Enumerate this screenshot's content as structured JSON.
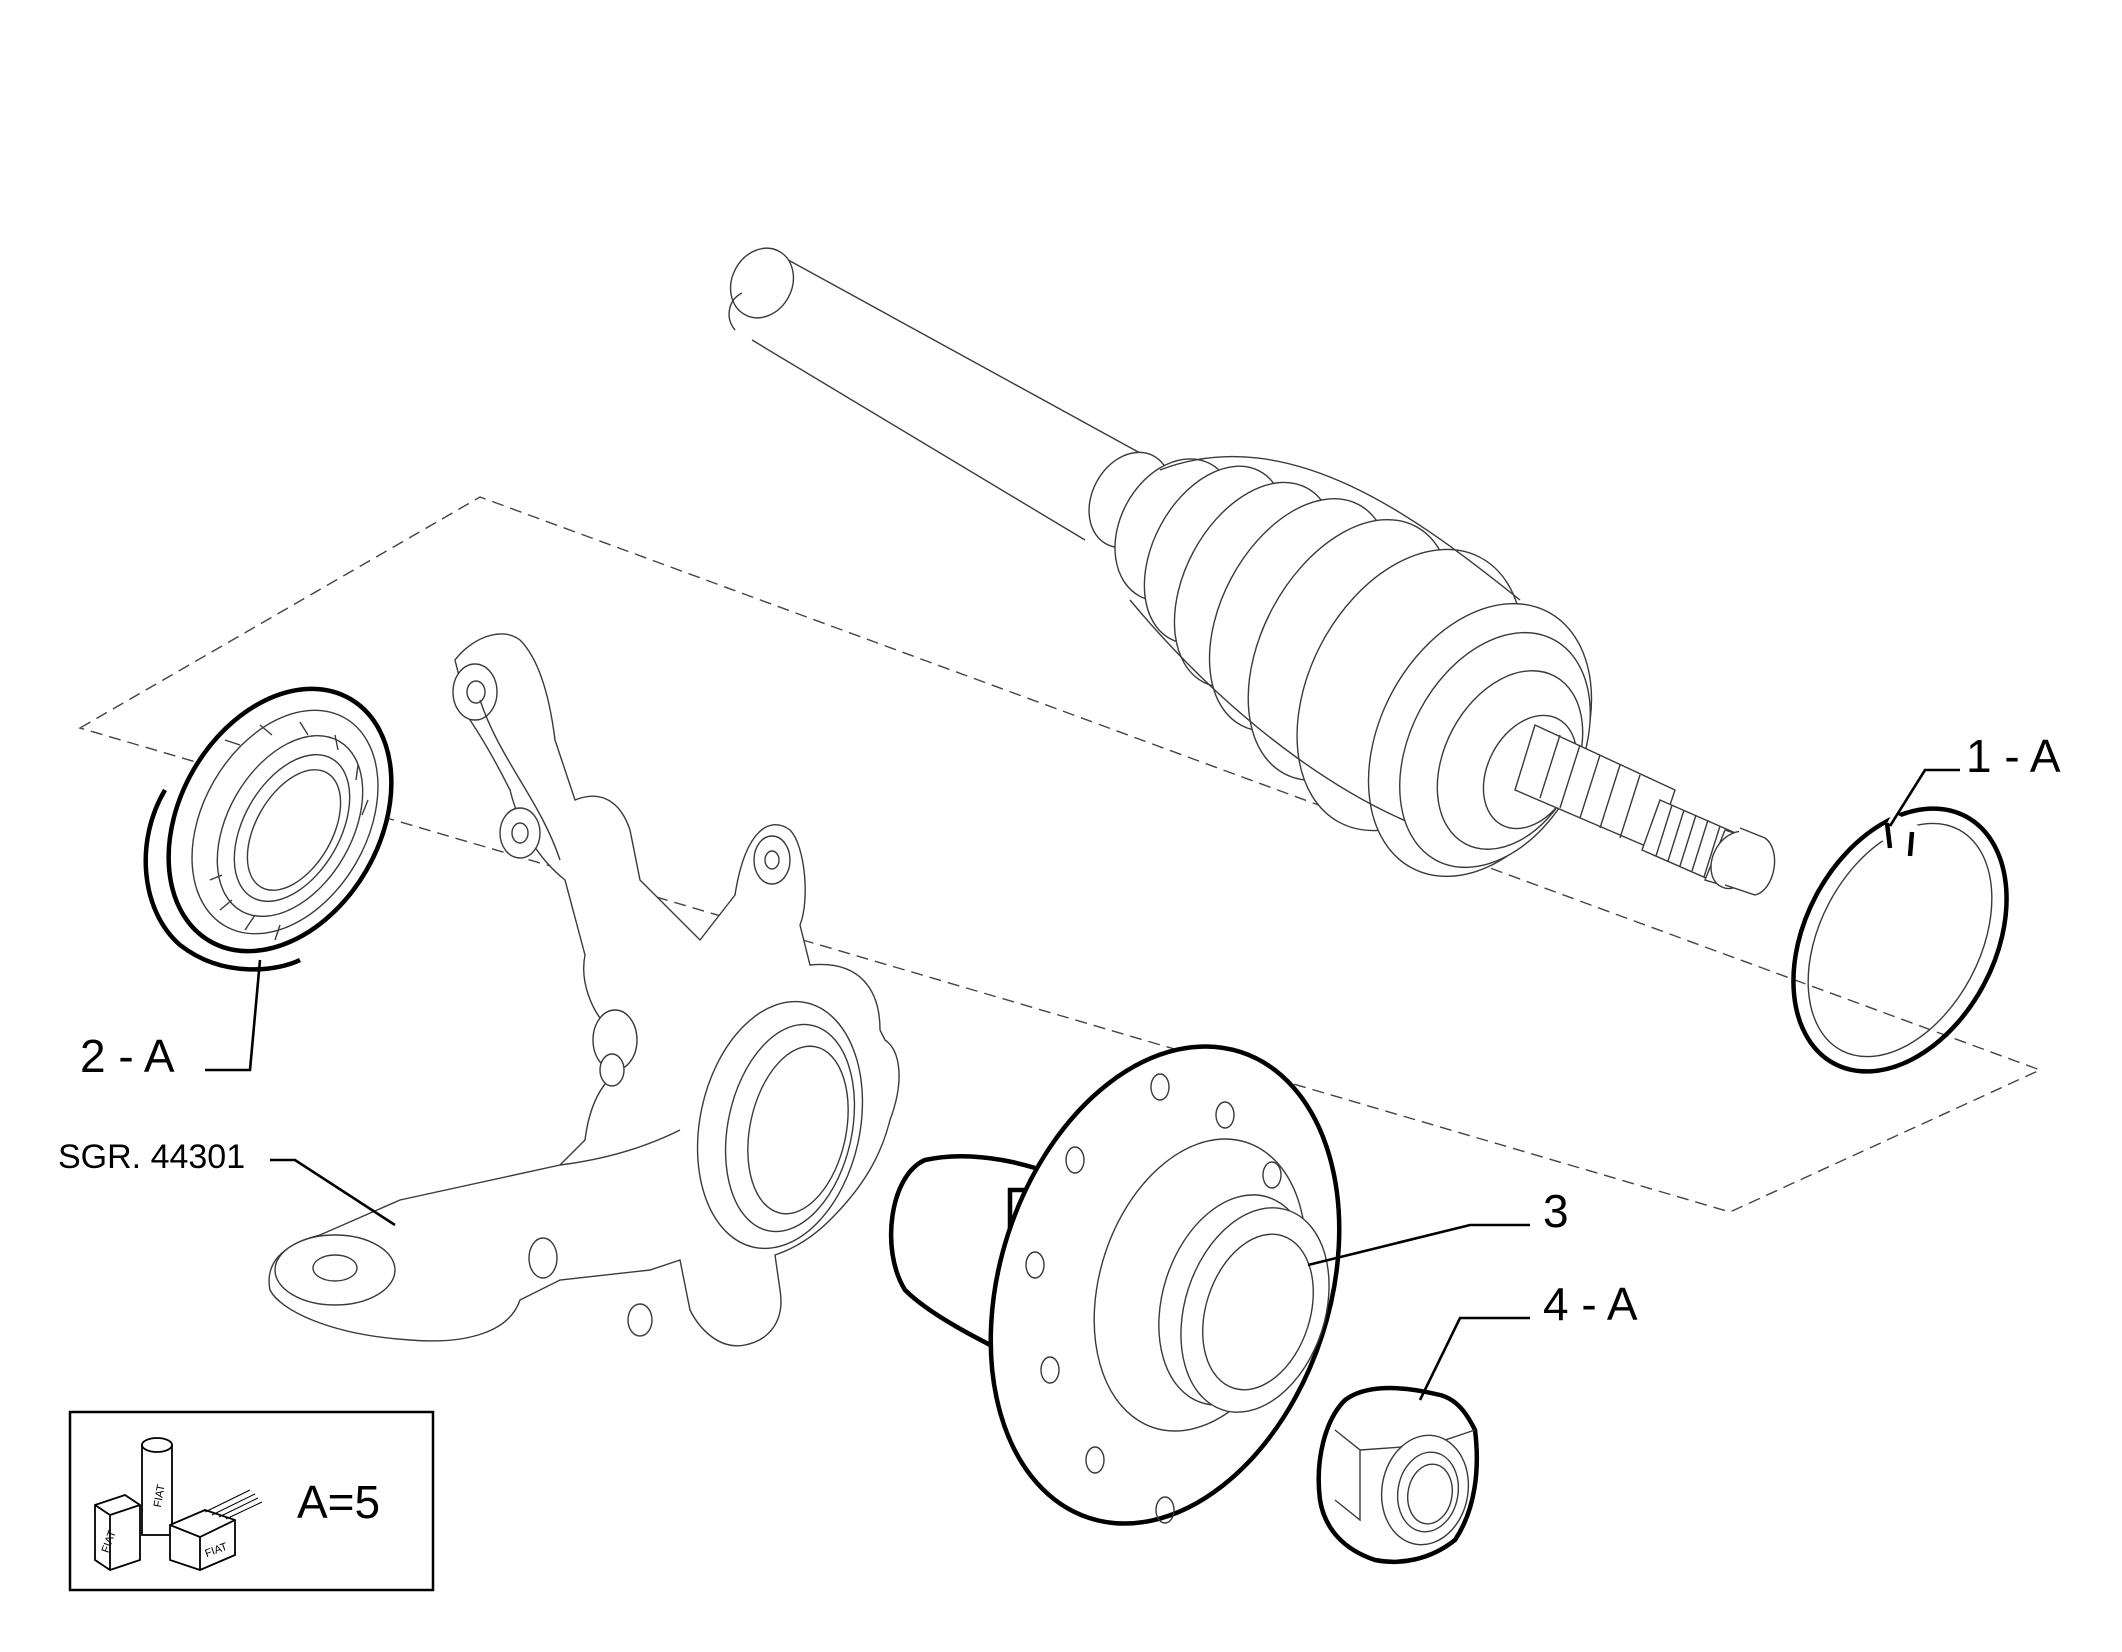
{
  "callouts": {
    "part_1": "1 - A",
    "part_2": "2 - A",
    "part_3": "3",
    "part_4": "4 - A",
    "group_ref": "SGR. 44301"
  },
  "legend": {
    "quantity_text": "A=5",
    "logo_text": "FIAT"
  },
  "colors": {
    "line": "#000000",
    "background": "#ffffff"
  }
}
